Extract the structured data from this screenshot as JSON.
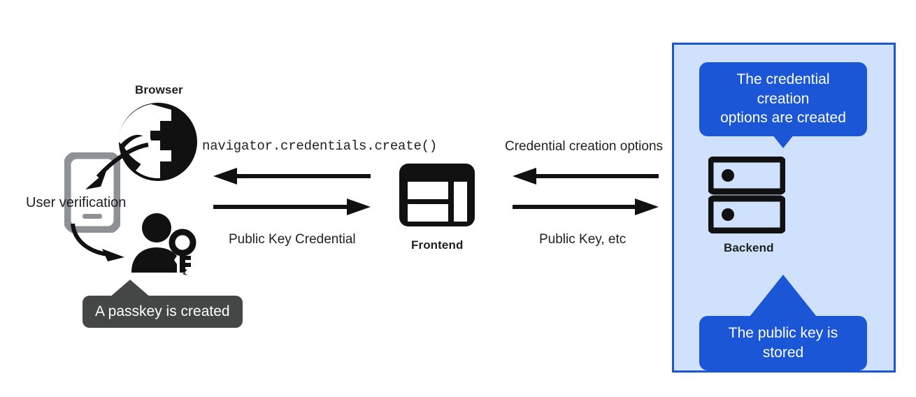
{
  "diagram": {
    "title": "Passkey registration (credential creation) flow",
    "colors": {
      "accent_blue": "#1a56d6",
      "panel_fill": "#cfe1fc",
      "dark_callout": "#444746",
      "icon_black": "#111111",
      "phone_gray": "#8e9196",
      "background": "#ffffff"
    }
  },
  "client": {
    "browser_label": "Browser",
    "browser_icon": "globe-icon",
    "phone_icon": "smartphone-icon",
    "user_verification_label": "User verification",
    "user_key_icon": "person-with-key-icon",
    "passkey_callout": "A passkey is created"
  },
  "frontend": {
    "label": "Frontend",
    "icon": "web-layout-icon"
  },
  "backend": {
    "label": "Backend",
    "icon": "server-rack-icon",
    "callout_top": "The credential creation options are created",
    "callout_top_lines": [
      "The credential creation",
      "options are created"
    ],
    "callout_bottom": "The public key is stored",
    "callout_bottom_lines": [
      "The public key is",
      "stored"
    ]
  },
  "messages": {
    "browser_frontend_incoming": "navigator.credentials.create()",
    "browser_frontend_outgoing": "Public Key Credential",
    "frontend_backend_incoming": "Credential creation options",
    "frontend_backend_outgoing": "Public Key, etc"
  }
}
